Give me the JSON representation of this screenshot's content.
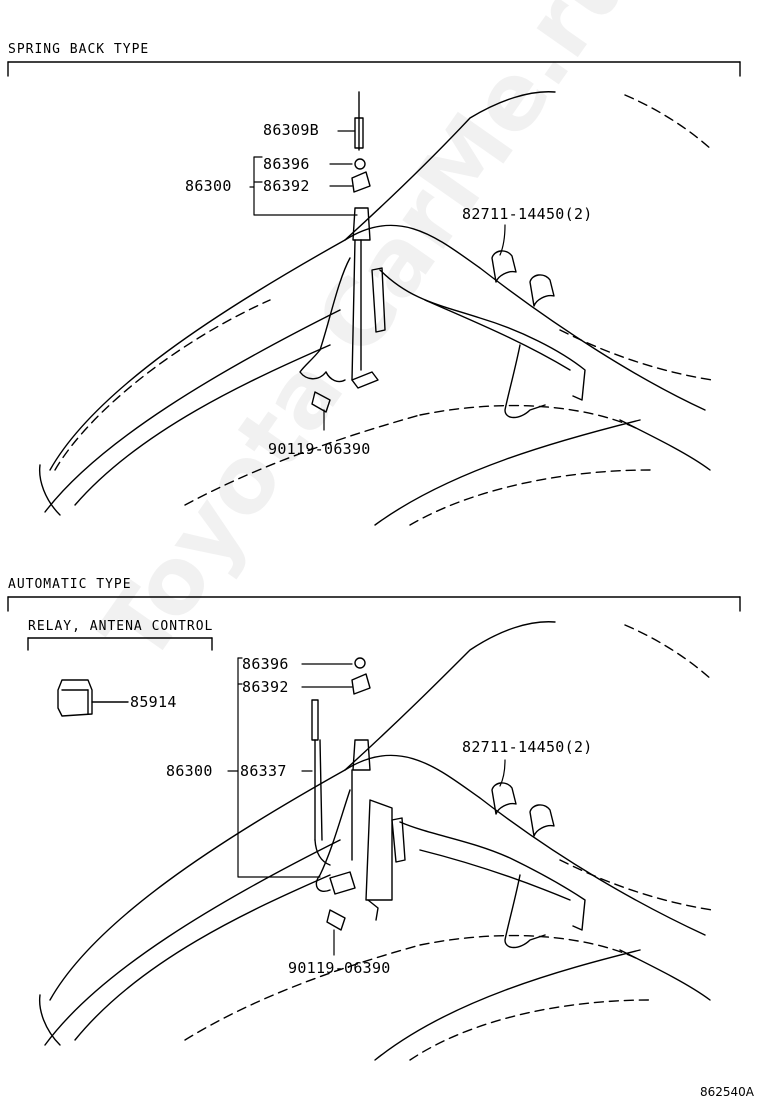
{
  "sections": {
    "spring_back": {
      "title": "SPRING BACK TYPE",
      "parts": {
        "rod": "86309B",
        "nut": "86396",
        "bezel": "86392",
        "assembly": "86300",
        "clamp": "82711-14450(2)",
        "bolt": "90119-06390"
      }
    },
    "automatic": {
      "title": "AUTOMATIC TYPE",
      "relay_heading": "RELAY, ANTENA CONTROL",
      "parts": {
        "nut": "86396",
        "bezel": "86392",
        "assembly": "86300",
        "cable": "86337",
        "relay": "85914",
        "clamp": "82711-14450(2)",
        "bolt": "90119-06390"
      }
    }
  },
  "watermark": "Toyota CarMe.ru",
  "diagram_code": "862540A"
}
